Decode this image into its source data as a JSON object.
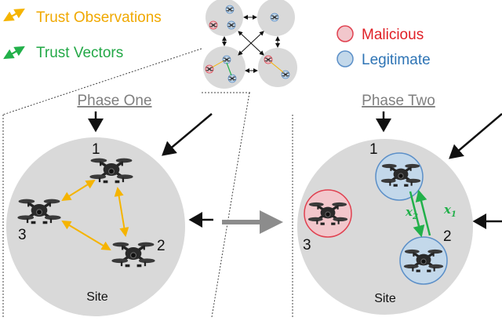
{
  "legend": {
    "trust_observations": "Trust Observations",
    "trust_vectors": "Trust Vectors",
    "malicious": "Malicious",
    "legitimate": "Legitimate"
  },
  "phase_one": {
    "title": "Phase One",
    "site_label": "Site",
    "drone_labels": [
      "1",
      "2",
      "3"
    ]
  },
  "phase_two": {
    "title": "Phase Two",
    "site_label": "Site",
    "drone_labels": [
      "1",
      "2",
      "3"
    ],
    "vector_labels": [
      "x",
      "2",
      "x",
      "1"
    ]
  },
  "colors": {
    "trust_observation": "#f5b400",
    "trust_vector": "#22b04a",
    "malicious_fill": "#f2c7cc",
    "malicious_stroke": "#e0404f",
    "legitimate_fill": "#c3d8ea",
    "legitimate_stroke": "#5b8fc8",
    "site_fill": "#d9d9d9",
    "legend_malicious_text": "#e01f26",
    "legend_legitimate_text": "#2e74b5",
    "trust_obs_text": "#f0a800",
    "trust_vec_text": "#22a846"
  }
}
